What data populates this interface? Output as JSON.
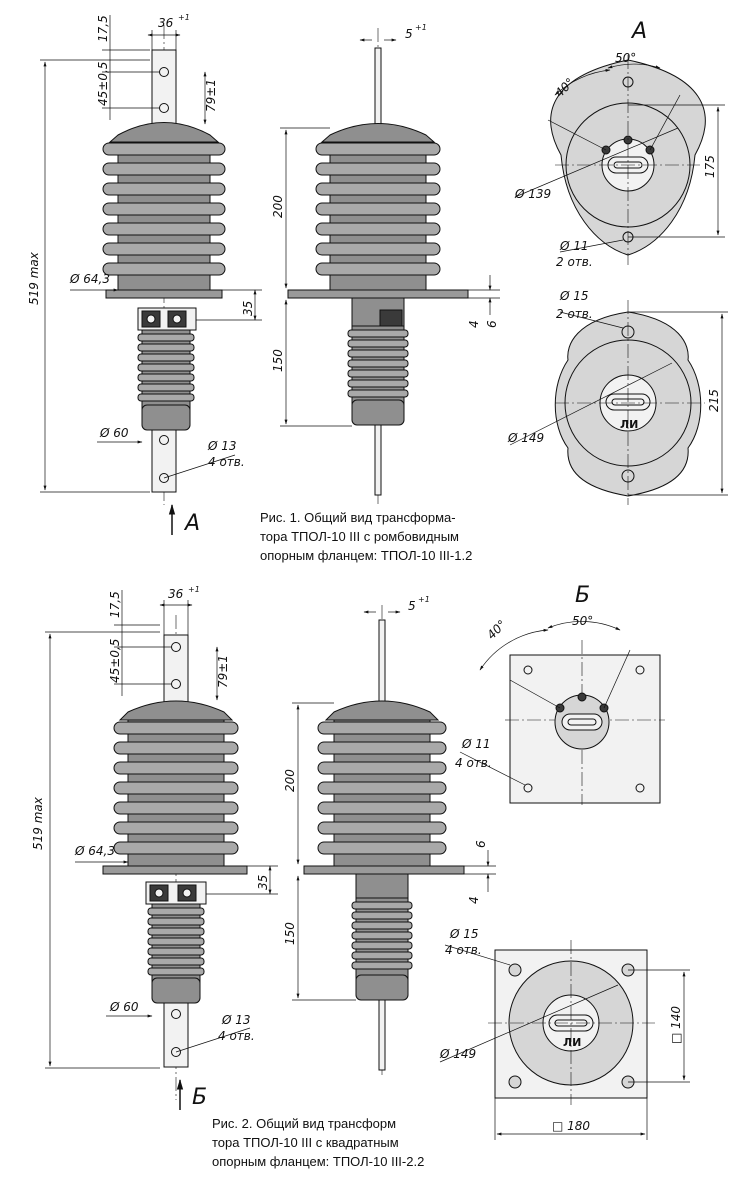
{
  "fig1": {
    "caption": [
      "Рис. 1.  Общий вид трансформа-",
      "тора ТПОЛ-10 III с ромбовидным",
      "опорным фланцем: ТПОЛ-10 III-1.2"
    ],
    "view_label": "А",
    "dims": {
      "d17_5": "17,5",
      "d36": "36",
      "d36_sup": "+1",
      "d45": "45±0,5",
      "d79": "79±1",
      "d519": "519 max",
      "d64": "Ø 64,3",
      "d35": "35",
      "d60": "Ø 60",
      "d13": "Ø 13",
      "d13_note": "4 отв.",
      "d5": "5",
      "d5_sup": "+1",
      "d200": "200",
      "d150": "150",
      "d4": "4",
      "d6": "6",
      "a40": "40°",
      "a50": "50°",
      "d139": "Ø 139",
      "d175": "175",
      "d11": "Ø 11",
      "d11_note": "2 отв.",
      "d15": "Ø 15",
      "d15_note": "2 отв.",
      "d149": "Ø 149",
      "d215": "215"
    }
  },
  "fig2": {
    "caption": [
      "Рис. 2.  Общий вид трансформ",
      "тора ТПОЛ-10 III с квадратным",
      "опорным фланцем: ТПОЛ-10 III-2.2"
    ],
    "view_label": "Б",
    "dims": {
      "d17_5": "17,5",
      "d36": "36",
      "d36_sup": "+1",
      "d45": "45±0,5",
      "d79": "79±1",
      "d519": "519 max",
      "d64": "Ø 64,3",
      "d35": "35",
      "d60": "Ø 60",
      "d13": "Ø 13",
      "d13_note": "4 отв.",
      "d5": "5",
      "d5_sup": "+1",
      "d200": "200",
      "d150": "150",
      "d4": "4",
      "d6": "6",
      "a40": "40°",
      "a50": "50°",
      "d11": "Ø 11",
      "d11_note": "4 отв.",
      "d15": "Ø 15",
      "d15_note": "4 отв.",
      "d149": "Ø 149",
      "d140": "□ 140",
      "d180": "□ 180"
    }
  },
  "logo": "ЛИ"
}
